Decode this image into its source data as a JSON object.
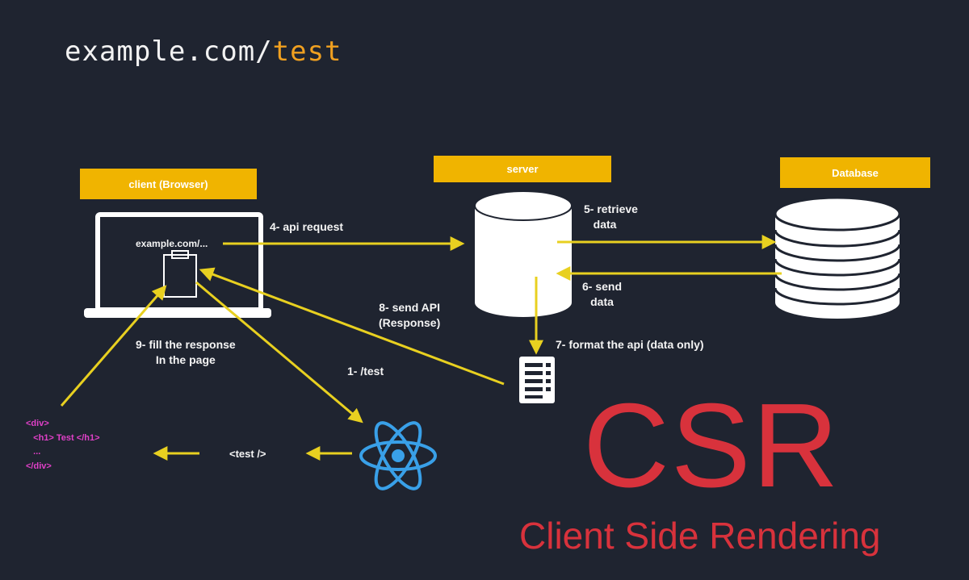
{
  "url": {
    "host": "example.com/",
    "path": "test"
  },
  "boxes": {
    "client": "client (Browser)",
    "server": "server",
    "database": "Database"
  },
  "laptop_url": "example.com/...",
  "labels": {
    "api_request": "4- api request",
    "retrieve": "5- retrieve\n   data",
    "send_data": "6- send\ndata",
    "send_api": "8- send API\n(Response)",
    "format": "7- format the api (data only)",
    "fill": "9- fill the response\nIn the page",
    "test_req": "1- /test",
    "component": "<test />"
  },
  "code": "<div>\n   <h1> Test </h1>\n   ...\n</div>",
  "title": {
    "main": "CSR",
    "sub": "Client Side Rendering"
  },
  "colors": {
    "background": "#1f2430",
    "accent": "#f0b400",
    "arrow": "#e8d020",
    "title": "#d8323c",
    "react": "#39a0e8",
    "code": "#e040c8",
    "url_path": "#f0a020"
  }
}
